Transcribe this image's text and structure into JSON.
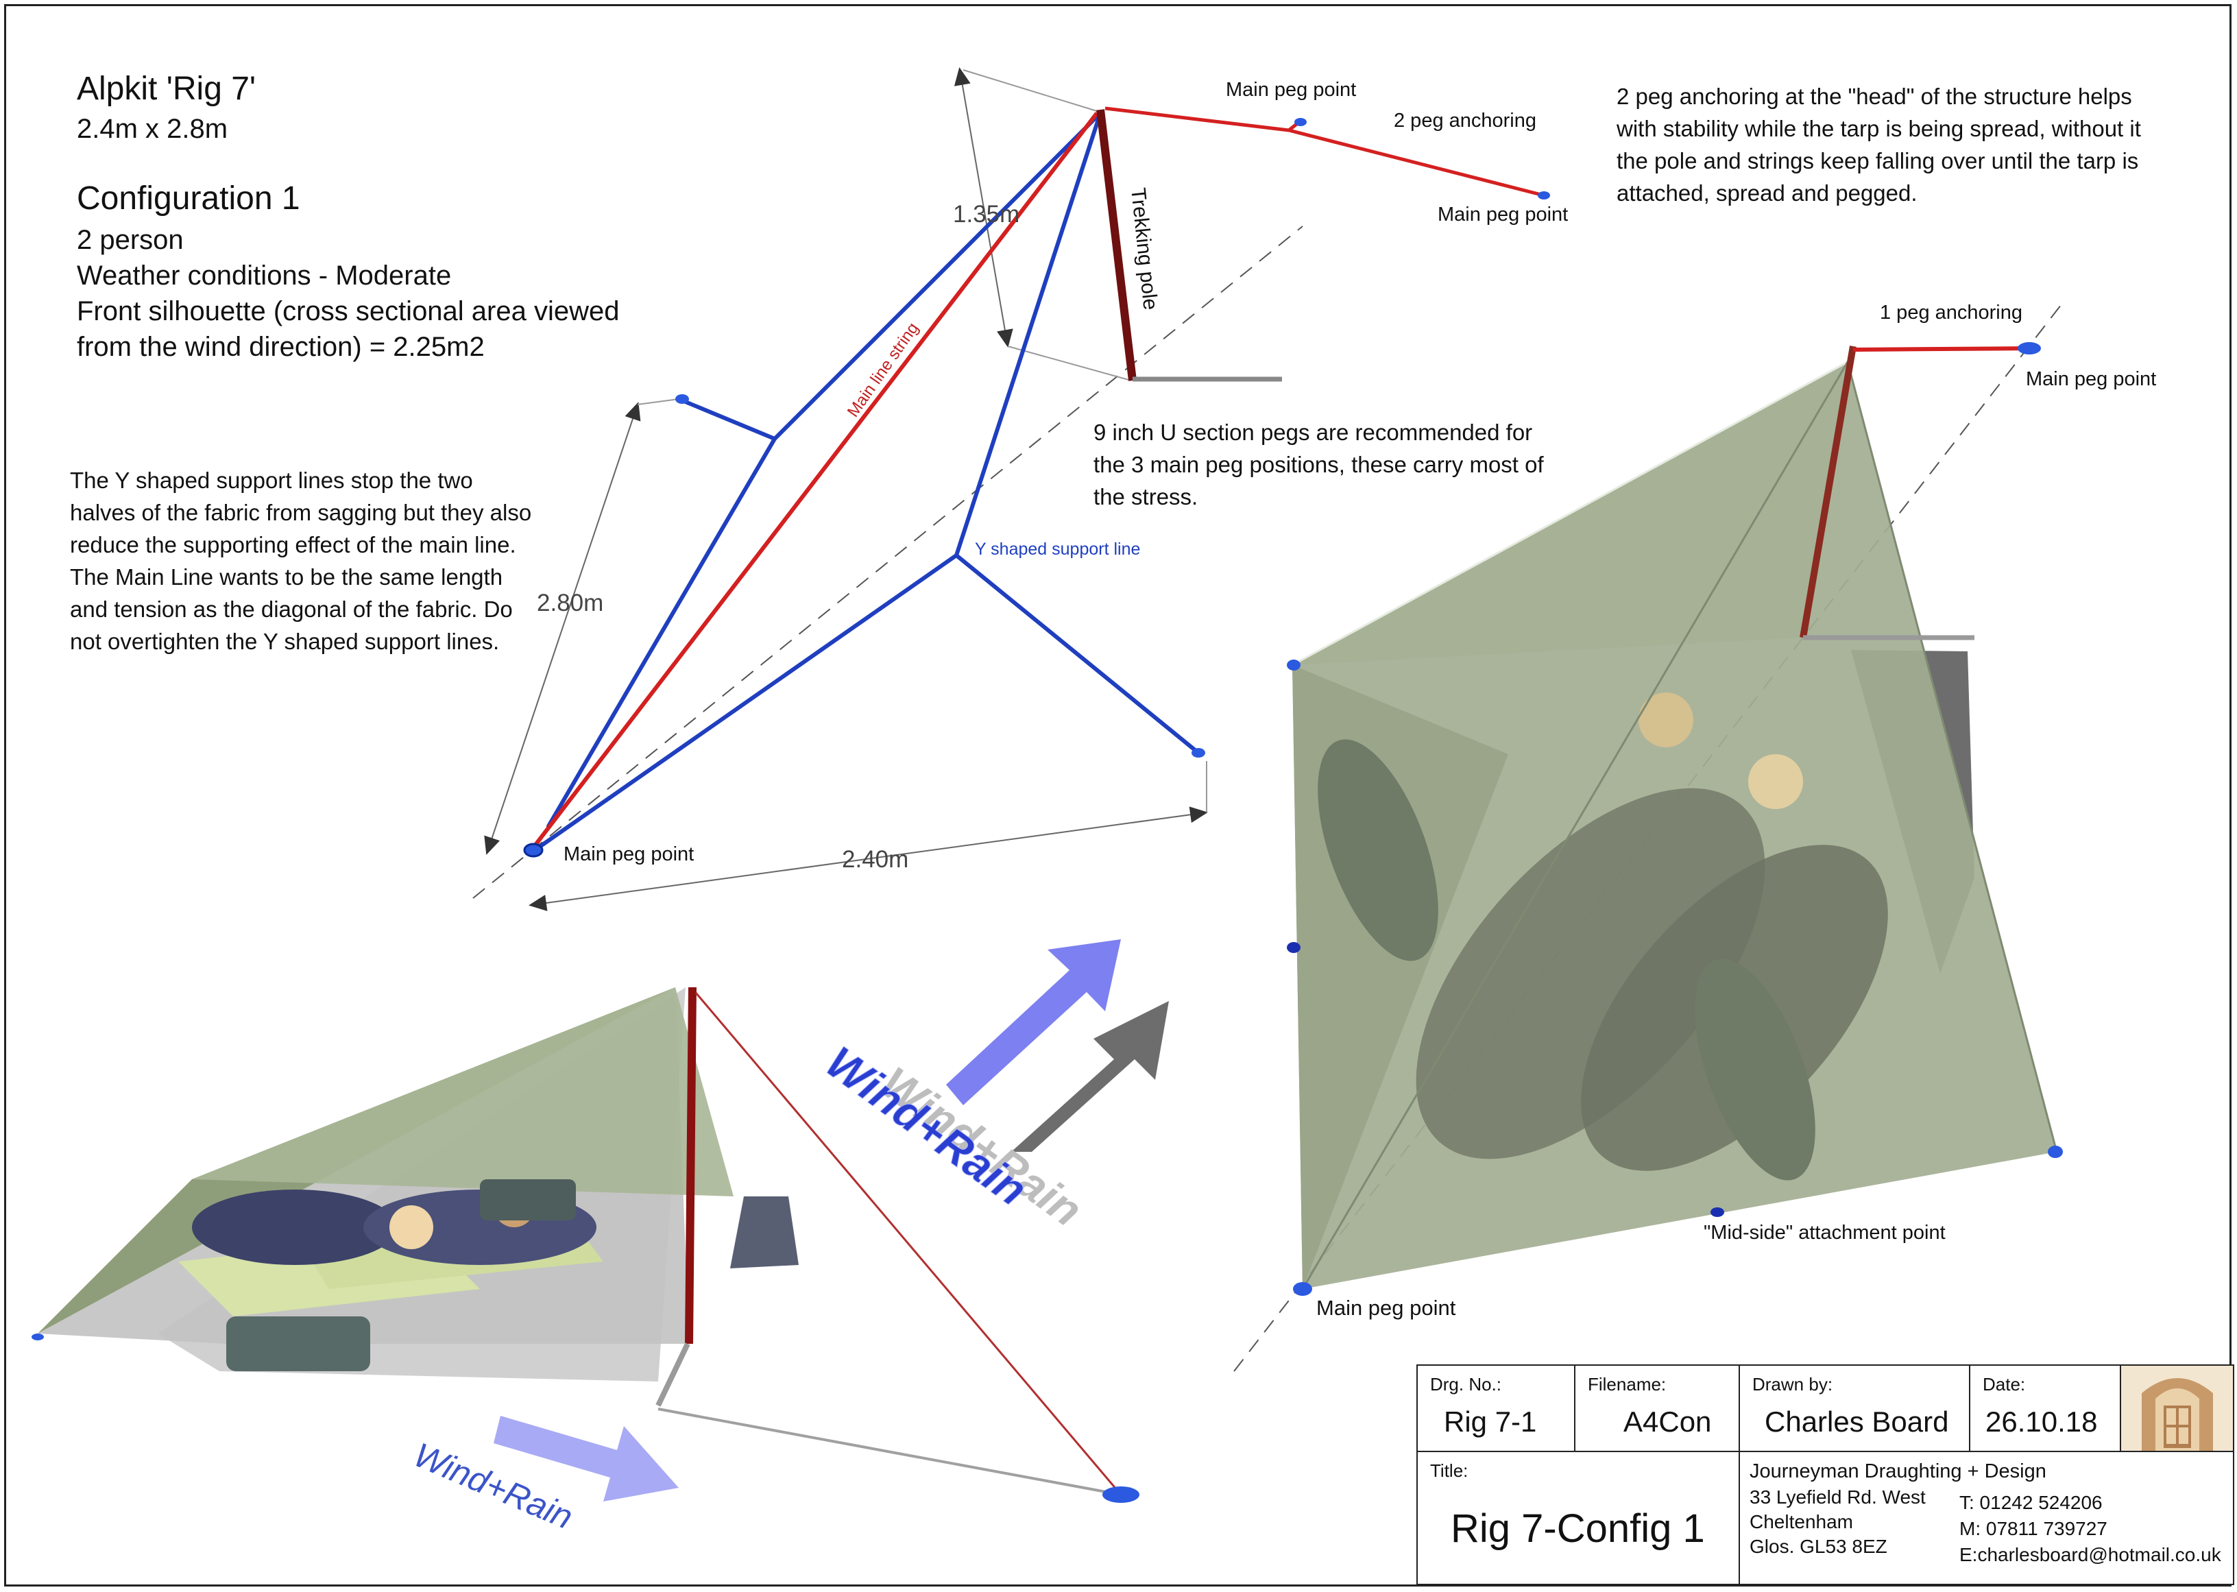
{
  "header": {
    "title": "Alpkit 'Rig 7'",
    "size": "2.4m x 2.8m",
    "configuration": "Configuration 1",
    "persons": "2 person",
    "weather": "Weather conditions - Moderate",
    "silhouette_line1": "Front silhouette (cross sectional area viewed",
    "silhouette_line2": "from the wind direction) = 2.25m2"
  },
  "notes": {
    "y_support": "The Y shaped support lines stop the two halves of the fabric from sagging but they also reduce the supporting effect of the main line. The Main Line wants to be the same length and tension as the diagonal of the fabric. Do not overtighten the Y shaped support lines.",
    "head_anchoring": "2 peg anchoring at the \"head\" of the structure helps with stability while the tarp is being spread, without it the pole and strings keep falling over until the tarp is attached, spread and pegged.",
    "pegs": "9 inch U section pegs are recommended for the 3 main peg positions, these carry most of the stress."
  },
  "labels": {
    "main_peg_point": "Main peg point",
    "two_peg_anchoring": "2 peg anchoring",
    "one_peg_anchoring": "1 peg anchoring",
    "trekking_pole": "Trekking pole",
    "main_line_string": "Main line string",
    "y_support_line": "Y shaped support line",
    "mid_side": "\"Mid-side\" attachment point",
    "wind_rain": "Wind+Rain"
  },
  "dimensions": {
    "pole_height": "1.35m",
    "length": "2.80m",
    "width": "2.40m"
  },
  "title_block": {
    "drg_no_caption": "Drg. No.:",
    "drg_no": "Rig 7-1",
    "filename_caption": "Filename:",
    "filename": "A4Con",
    "drawn_by_caption": "Drawn by:",
    "drawn_by": "Charles Board",
    "date_caption": "Date:",
    "date": "26.10.18",
    "title_caption": "Title:",
    "title": "Rig 7-Config 1",
    "company": "Journeyman Draughting + Design",
    "address1": "33 Lyefield Rd. West",
    "address2": "Cheltenham",
    "address3": "Glos. GL53 8EZ",
    "phone": "T: 01242 524206",
    "mobile": "M: 07811 739727",
    "email": "E:charlesboard@hotmail.co.uk"
  },
  "colors": {
    "line_blue": "#1f3fbf",
    "line_red": "#d42020",
    "pole": "#6e1010",
    "tarp": "#8f9e7a",
    "wind_arrow": "#8a8cf0",
    "wind_arrow_grey": "#7a7a7a"
  }
}
